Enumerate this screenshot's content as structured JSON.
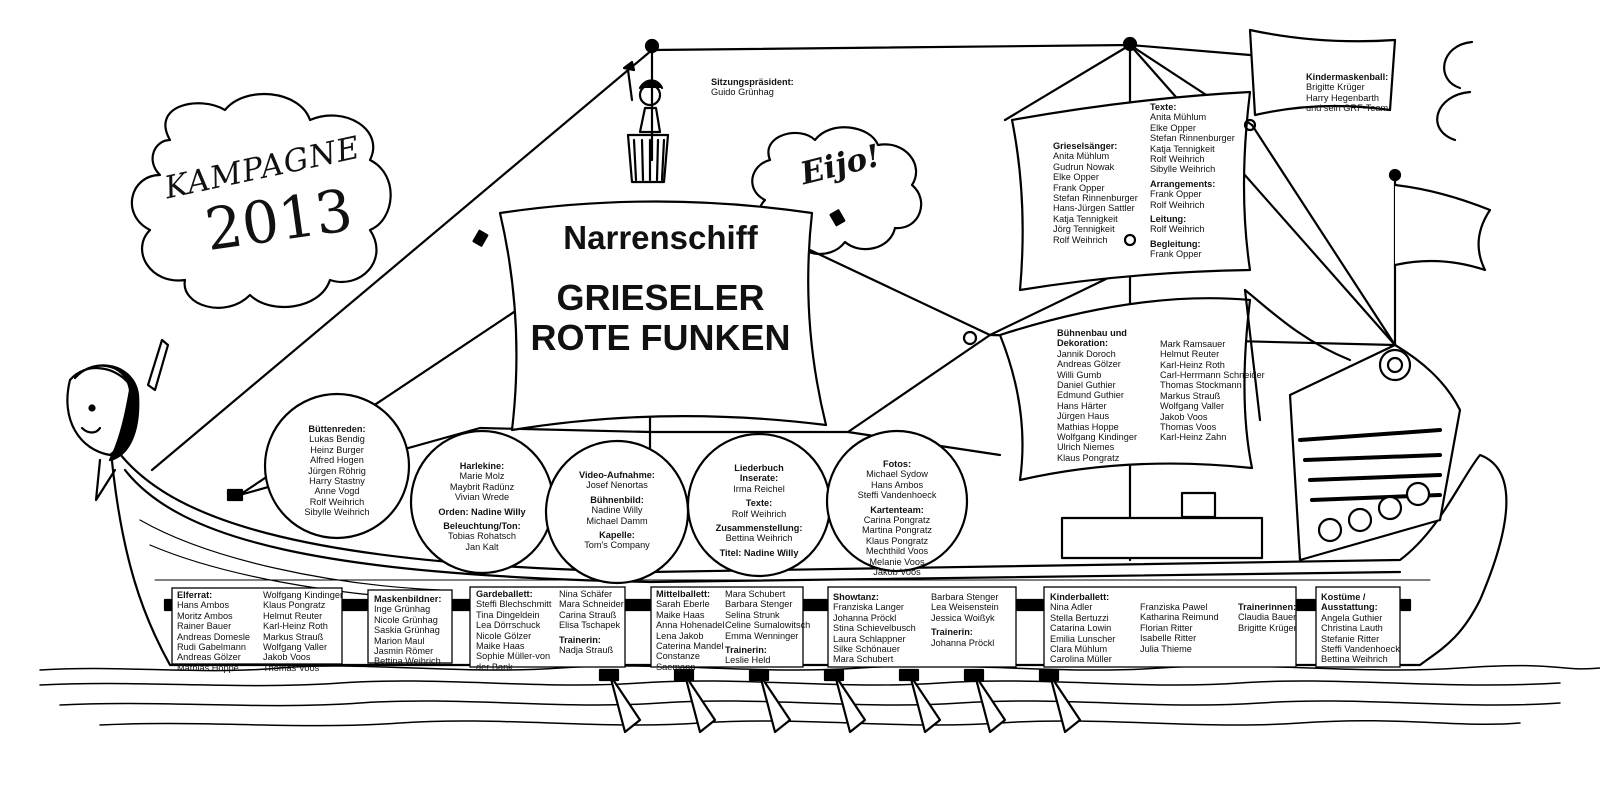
{
  "campaign": {
    "word": "KAMPAGNE",
    "year": "2013"
  },
  "exclamation": "Eijo!",
  "sail": {
    "line1": "Narrenschiff",
    "line2": "GRIESELER",
    "line3": "ROTE FUNKEN"
  },
  "president": {
    "heading": "Sitzungspräsident:",
    "name": "Guido Grünhag"
  },
  "masquerade": {
    "heading": "Kindermaskenball:",
    "names": [
      "Brigitte Krüger",
      "Harry Hegenbarth",
      "und sein GRF-Team"
    ]
  },
  "singers": {
    "heading": "Grieselsänger:",
    "names": [
      "Anita Mühlum",
      "Gudrun Nowak",
      "Elke Opper",
      "Frank Opper",
      "Stefan Rinnenburger",
      "Hans-Jürgen Sattler",
      "Katja Tennigkeit",
      "Jörg Tennigkeit",
      "Rolf Weihrich"
    ]
  },
  "texts": {
    "heading": "Texte:",
    "names": [
      "Anita Mühlum",
      "Elke Opper",
      "Stefan Rinnenburger",
      "Katja Tennigkeit",
      "Rolf Weihrich",
      "Sibylle Weihrich"
    ]
  },
  "arrangements": {
    "heading": "Arrangements:",
    "names": [
      "Frank Opper",
      "Rolf Weihrich"
    ]
  },
  "direction": {
    "heading": "Leitung:",
    "names": [
      "Rolf Weihrich"
    ]
  },
  "accompaniment": {
    "heading": "Begleitung:",
    "names": [
      "Frank Opper"
    ]
  },
  "stage": {
    "heading_1": "Bühnenbau und",
    "heading_2": "Dekoration:",
    "col1": [
      "Jannik Doroch",
      "Andreas Gölzer",
      "Willi Gumb",
      "Daniel Guthier",
      "Edmund Guthier",
      "Hans Härter",
      "Jürgen Haus",
      "Mathias Hoppe",
      "Wolfgang Kindinger",
      "Ulrich Niemes",
      "Klaus Pongratz"
    ],
    "col2": [
      "Mark Ramsauer",
      "Helmut Reuter",
      "Karl-Heinz Roth",
      "Carl-Herrmann Schneider",
      "Thomas Stockmann",
      "Markus Strauß",
      "Wolfgang Valler",
      "Jakob Voos",
      "Thomas Voos",
      "Karl-Heinz Zahn"
    ]
  },
  "speeches": {
    "heading": "Büttenreden:",
    "names": [
      "Lukas Bendig",
      "Heinz Burger",
      "Alfred Hogen",
      "Jürgen Röhrig",
      "Harry Stastny",
      "Anne Vogd",
      "Rolf Weihrich",
      "Sibylle Weihrich"
    ]
  },
  "harlequins": {
    "heading": "Harlekine:",
    "names": [
      "Marie Molz",
      "Maybrit Radünz",
      "Vivian Wrede"
    ],
    "orders": "Orden: Nadine Willy",
    "lighting_heading": "Beleuchtung/Ton:",
    "lighting": [
      "Tobias Rohatsch",
      "Jan Kalt"
    ]
  },
  "video": {
    "heading": "Video-Aufnahme:",
    "names": [
      "Josef Nenortas"
    ],
    "stage_heading": "Bühnenbild:",
    "stage": [
      "Nadine Willy",
      "Michael Damm"
    ],
    "band_heading": "Kapelle:",
    "band": [
      "Tom's Company"
    ]
  },
  "songbook": {
    "heading": "Liederbuch",
    "ads_heading": "Inserate:",
    "ads": [
      "Irma Reichel"
    ],
    "texts_heading": "Texte:",
    "texts": [
      "Rolf Weihrich"
    ],
    "compile_heading": "Zusammenstellung:",
    "compile": [
      "Bettina Weihrich"
    ],
    "title": "Titel: Nadine Willy"
  },
  "photos": {
    "heading": "Fotos:",
    "names": [
      "Michael Sydow",
      "Hans Ambos",
      "Steffi Vandenhoeck"
    ],
    "cards_heading": "Kartenteam:",
    "cards": [
      "Carina Pongratz",
      "Martina Pongratz",
      "Klaus Pongratz",
      "Mechthild Voos",
      "Melanie Voos",
      "Jakob Voos"
    ]
  },
  "council": {
    "heading": "Elferrat:",
    "col1": [
      "Hans Ambos",
      "Moritz Ambos",
      "Rainer Bauer",
      "Andreas Domesle",
      "Rudi Gabelmann",
      "Andreas Gölzer",
      "Mathias Hoppe"
    ],
    "col2": [
      "Wolfgang Kindinger",
      "Klaus Pongratz",
      "Helmut Reuter",
      "Karl-Heinz Roth",
      "Markus Strauß",
      "Wolfgang Valler",
      "Jakob Voos",
      "Thomas Voos"
    ]
  },
  "maskmakers": {
    "heading": "Maskenbildner:",
    "names": [
      "Inge Grünhag",
      "Nicole Grünhag",
      "Saskia Grünhag",
      "Marion Maul",
      "Jasmin Römer",
      "Bettina Weihrich"
    ]
  },
  "guards": {
    "heading": "Gardeballett:",
    "col1": [
      "Steffi Blechschmitt",
      "Tina Dingeldein",
      "Lea Dörrschuck",
      "Nicole Gölzer",
      "Maike Haas",
      "Sophie Müller-von",
      "der Bank"
    ],
    "col2": [
      "Nina Schäfer",
      "Mara Schneider",
      "Carina Strauß",
      "Elisa Tschapek"
    ],
    "trainer_heading": "Trainerin:",
    "trainer": "Nadja Strauß"
  },
  "middle": {
    "heading": "Mittelballett:",
    "col1": [
      "Sarah Eberle",
      "Maike Haas",
      "Anna Hohenadel",
      "Lena Jakob",
      "Caterina Mandel",
      "Constanze",
      "Saemann"
    ],
    "col2": [
      "Mara Schubert",
      "Barbara Stenger",
      "Selina Strunk",
      "Celine Sumalowitsch",
      "Emma Wenninger"
    ],
    "trainer_heading": "Trainerin:",
    "trainer": "Leslie Held"
  },
  "showdance": {
    "heading": "Showtanz:",
    "col1": [
      "Franziska Langer",
      "Johanna Pröckl",
      "Stina Schievelbusch",
      "Laura Schlappner",
      "Silke Schönauer",
      "Mara Schubert"
    ],
    "col2": [
      "Barbara Stenger",
      "Lea Weisenstein",
      "Jessica Woißyk"
    ],
    "trainer_heading": "Trainerin:",
    "trainer": "Johanna Pröckl"
  },
  "kids": {
    "heading": "Kinderballett:",
    "col1": [
      "Nina Adler",
      "Stella Bertuzzi",
      "Catarina Lowin",
      "Emilia Lunscher",
      "Clara Mühlum",
      "Carolina Müller"
    ],
    "col2": [
      "Franziska Pawel",
      "Katharina Reimund",
      "Florian Ritter",
      "Isabelle Ritter",
      "Julia Thieme"
    ],
    "trainers_heading": "Trainerinnen:",
    "trainers": [
      "Claudia Bauer",
      "Brigitte Krüger"
    ]
  },
  "costumes": {
    "heading_1": "Kostüme /",
    "heading_2": "Ausstattung:",
    "names": [
      "Angela Guthier",
      "Christina Lauth",
      "Stefanie Ritter",
      "Steffi Vandenhoeck",
      "Bettina Weihrich"
    ]
  }
}
